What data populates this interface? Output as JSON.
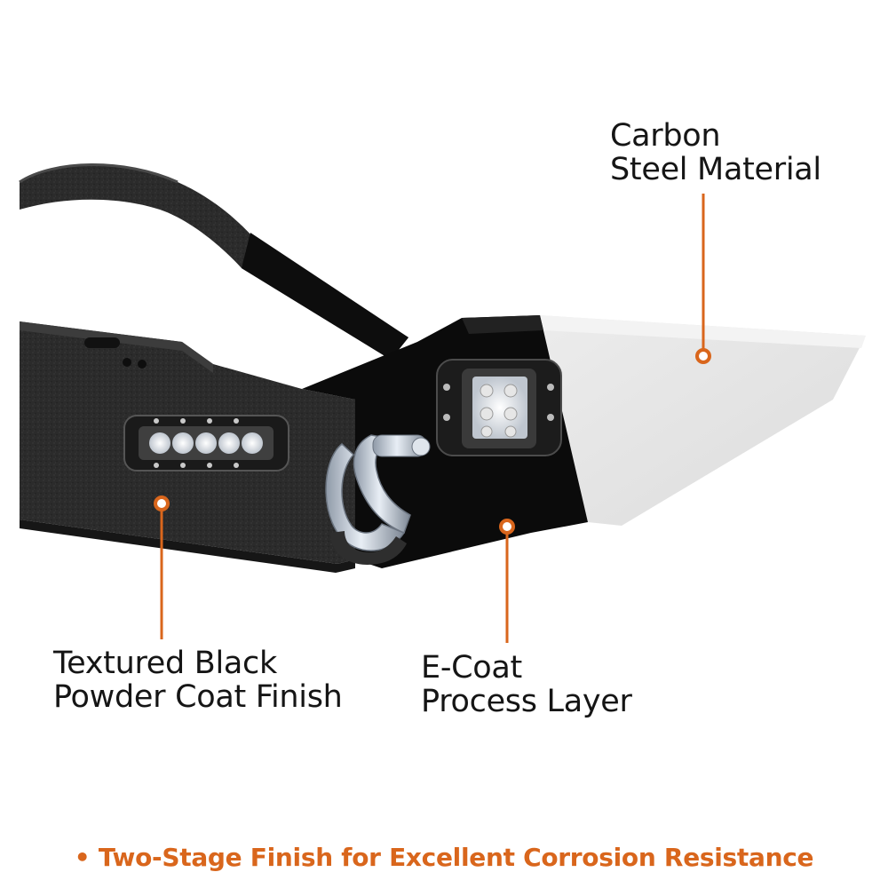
{
  "labels": {
    "carbon": {
      "line1": "Carbon",
      "line2": "Steel Material"
    },
    "textured": {
      "line1": "Textured Black",
      "line2": "Powder Coat Finish"
    },
    "ecoat": {
      "line1": "E-Coat",
      "line2": "Process Layer"
    }
  },
  "footer": {
    "bullet": "•",
    "text": "Two-Stage Finish for Excellent Corrosion Resistance"
  },
  "colors": {
    "accent": "#d9661c",
    "powder_coat": "#2a2a2a",
    "ecoat": "#0b0b0b",
    "bare_steel": "#e4e4e4",
    "text": "#151515"
  }
}
